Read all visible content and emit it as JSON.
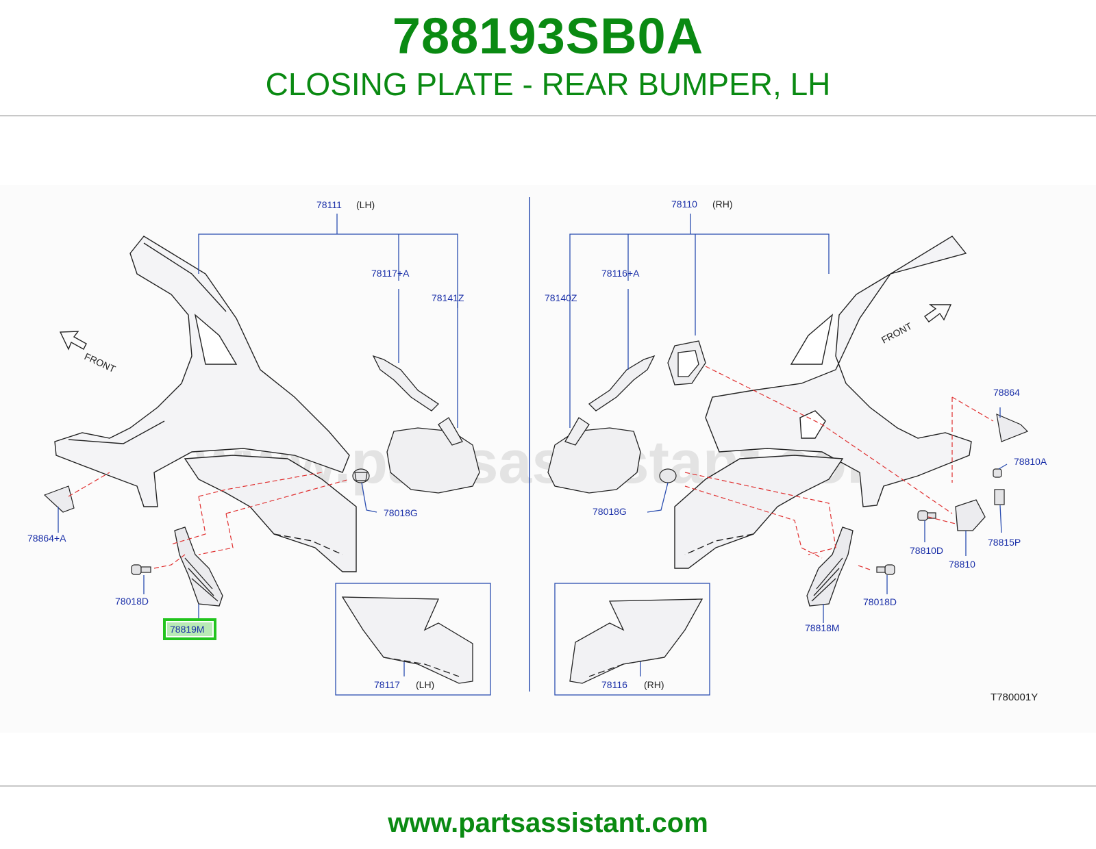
{
  "header": {
    "part_number": "788193SB0A",
    "part_title": "CLOSING PLATE - REAR BUMPER, LH"
  },
  "diagram": {
    "watermark": "www.partsassistant.com",
    "diagram_code": "T780001Y",
    "front_label": "FRONT",
    "highlight_color": "#22c41e",
    "label_color": "#1a2fa8",
    "leader_color": "#2a4db0",
    "ghost_line_color": "#e03030",
    "labels": {
      "p78111": "78111",
      "p78111_side": "(LH)",
      "p78110": "78110",
      "p78110_side": "(RH)",
      "p78117a": "78117+A",
      "p78141z": "78141Z",
      "p78116a": "78116+A",
      "p78140z": "78140Z",
      "p78018g_left": "78018G",
      "p78018g_right": "78018G",
      "p78864a": "78864+A",
      "p78864": "78864",
      "p78018d_left": "78018D",
      "p78018d_right": "78018D",
      "p78819m": "78819M",
      "p78818m": "78818M",
      "p78117": "78117",
      "p78117_side": "(LH)",
      "p78116": "78116",
      "p78116_side": "(RH)",
      "p78810a": "78810A",
      "p78810d": "78810D",
      "p78810": "78810",
      "p78815p": "78815P"
    }
  },
  "footer": {
    "url": "www.partsassistant.com"
  }
}
